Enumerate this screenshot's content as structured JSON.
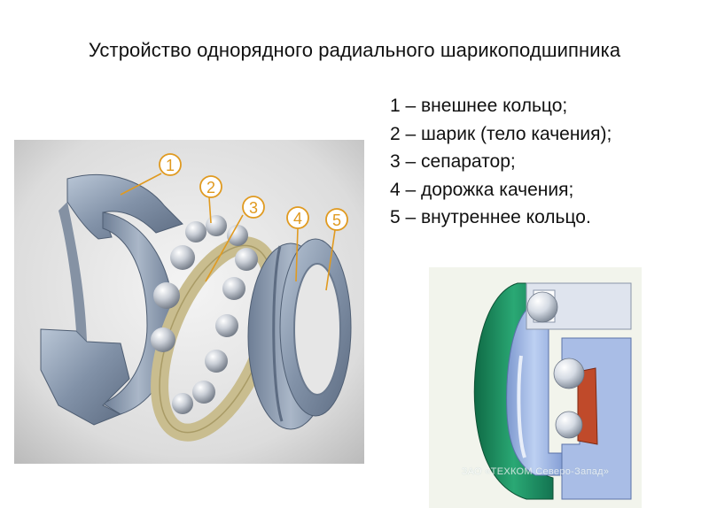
{
  "slide": {
    "title": "Устройство однорядного радиального шарикоподшипника",
    "legend": [
      "1 – внешнее кольцо;",
      "2 – шарик (тело качения);",
      "3 – сепаратор;",
      "4 –  дорожка качения;",
      "5 – внутреннее кольцо."
    ],
    "callouts": [
      "1",
      "2",
      "3",
      "4",
      "5"
    ],
    "watermark": "ЗАО «ТЕХКОМ Северо-Запад»",
    "colors": {
      "callout": "#e09a20",
      "ring": "#8d9db2",
      "cage": "#cfc49a",
      "ball": "#b8bec6",
      "green_ring": "#1e8a5e",
      "blue_ring": "#9bb3e0",
      "seal_red": "#c04a2a"
    }
  }
}
